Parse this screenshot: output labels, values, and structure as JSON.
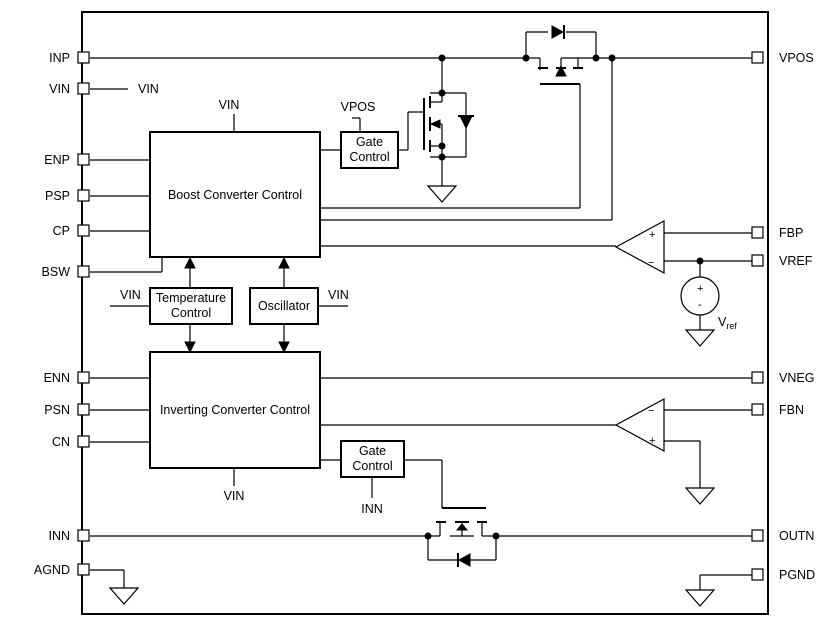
{
  "pins_left": {
    "inp": "INP",
    "vin": "VIN",
    "enp": "ENP",
    "psp": "PSP",
    "cp": "CP",
    "bsw": "BSW",
    "enn": "ENN",
    "psn": "PSN",
    "cn": "CN",
    "inn": "INN",
    "agnd": "AGND"
  },
  "pins_right": {
    "vpos": "VPOS",
    "fbp": "FBP",
    "vref": "VREF",
    "vneg": "VNEG",
    "fbn": "FBN",
    "outn": "OUTN",
    "pgnd": "PGND"
  },
  "blocks": {
    "boost": "Boost Converter Control",
    "inverting": "Inverting Converter Control",
    "temperature_line1": "Temperature",
    "temperature_line2": "Control",
    "oscillator": "Oscillator",
    "gate_top_line1": "Gate",
    "gate_top_line2": "Control",
    "gate_bottom_line1": "Gate",
    "gate_bottom_line2": "Control"
  },
  "net_labels": {
    "vin_pin_side": "VIN",
    "vin_boost_top": "VIN",
    "vpos_gate": "VPOS",
    "vin_temp": "VIN",
    "vin_osc": "VIN",
    "vin_inverting_bottom": "VIN",
    "inn_gate": "INN",
    "vref_main": "V",
    "vref_sub": "ref"
  },
  "amp_signs": {
    "fbp_plus": "+",
    "fbp_minus": "−",
    "fbn_minus": "−",
    "fbn_plus": "+",
    "source_plus": "+",
    "source_minus": "-"
  }
}
